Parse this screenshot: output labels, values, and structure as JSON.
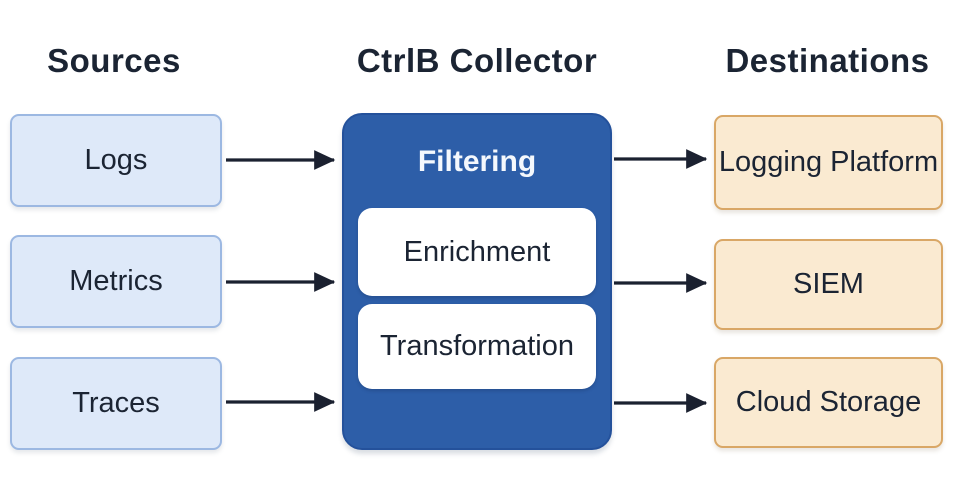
{
  "diagram": {
    "columns": {
      "sources": {
        "header": "Sources",
        "items": [
          "Logs",
          "Metrics",
          "Traces"
        ]
      },
      "collector": {
        "header": "CtrlB Collector",
        "primary_stage": "Filtering",
        "stages": [
          "Enrichment",
          "Transformation"
        ]
      },
      "destinations": {
        "header": "Destinations",
        "items": [
          "Logging Platform",
          "SIEM",
          "Cloud Storage"
        ]
      }
    },
    "colors": {
      "source_box_fill": "#DEE9F9",
      "source_box_border": "#9CB8E2",
      "collector_fill": "#2D5EA8",
      "collector_title_text": "#F4F8FD",
      "stage_box_fill": "#FFFFFF",
      "destination_box_fill": "#FAEAD1",
      "destination_box_border": "#D9A766",
      "arrow": "#1B2130",
      "text": "#1B2433",
      "background": "#FFFFFF"
    }
  }
}
